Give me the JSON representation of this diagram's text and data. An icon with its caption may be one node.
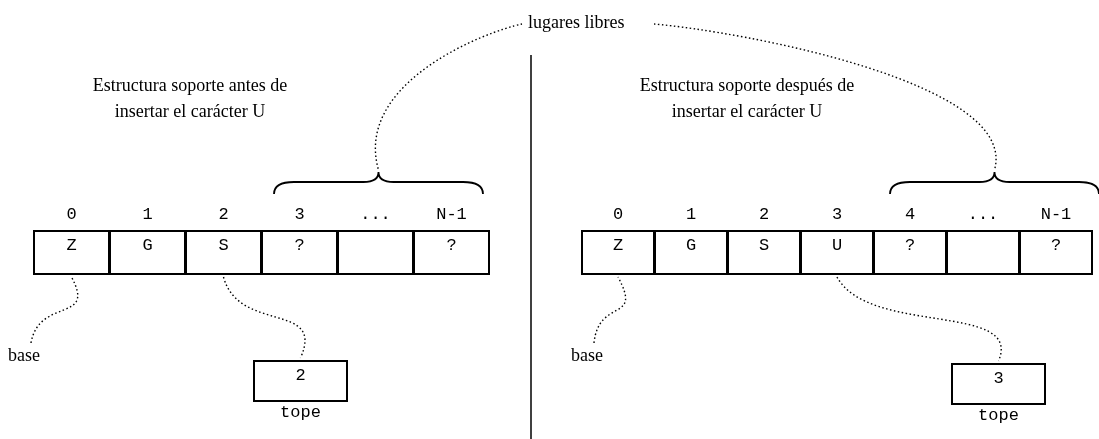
{
  "diagram": {
    "nodes": [
      {
        "text": [
          "lugares libres"
        ]
      },
      {
        "text": [],
        "shape": "bracket"
      },
      {
        "text": [],
        "shape": "bracket"
      },
      {
        "text": [
          "Z"
        ],
        "beside": [
          "0"
        ]
      },
      {
        "text": [
          "G"
        ],
        "beside": [
          "1"
        ]
      },
      {
        "text": [
          "S"
        ],
        "beside": [
          "2"
        ]
      },
      {
        "text": [
          "?"
        ],
        "beside": [
          "3"
        ]
      },
      {
        "text": [],
        "shape": "box",
        "beside": [
          "..."
        ]
      },
      {
        "text": [
          "?"
        ],
        "beside": [
          "N-1"
        ]
      },
      {
        "text": [
          "base"
        ]
      },
      {
        "text": [
          "2"
        ],
        "beside": [
          "tope"
        ]
      },
      {
        "text": [
          "Z"
        ],
        "beside": [
          "0"
        ]
      },
      {
        "text": [
          "G"
        ],
        "beside": [
          "1"
        ]
      },
      {
        "text": [
          "S"
        ],
        "beside": [
          "2"
        ]
      },
      {
        "text": [
          "U"
        ],
        "beside": [
          "3"
        ]
      },
      {
        "text": [
          "?"
        ],
        "beside": [
          "4"
        ]
      },
      {
        "text": [],
        "shape": "box",
        "beside": [
          "..."
        ]
      },
      {
        "text": [
          "?"
        ],
        "beside": [
          "N-1"
        ]
      },
      {
        "text": [
          "base"
        ]
      },
      {
        "text": [
          "3"
        ],
        "beside": [
          "tope"
        ]
      }
    ],
    "edges": [
      {
        "from": 0,
        "to": 1,
        "arrow": "none",
        "style": "dashed"
      },
      {
        "from": 0,
        "to": 2,
        "arrow": "none",
        "style": "dashed"
      },
      {
        "from": 9,
        "to": 3,
        "arrow": "none",
        "style": "dashed"
      },
      {
        "from": 5,
        "to": 10,
        "arrow": "none",
        "style": "dashed"
      },
      {
        "from": 18,
        "to": 11,
        "arrow": "none",
        "style": "dashed"
      },
      {
        "from": 14,
        "to": 19,
        "arrow": "none",
        "style": "dashed"
      }
    ],
    "labels": [
      "Estructura soporte antes de insertar el carácter U",
      "Estructura soporte después de insertar el carácter U"
    ]
  }
}
